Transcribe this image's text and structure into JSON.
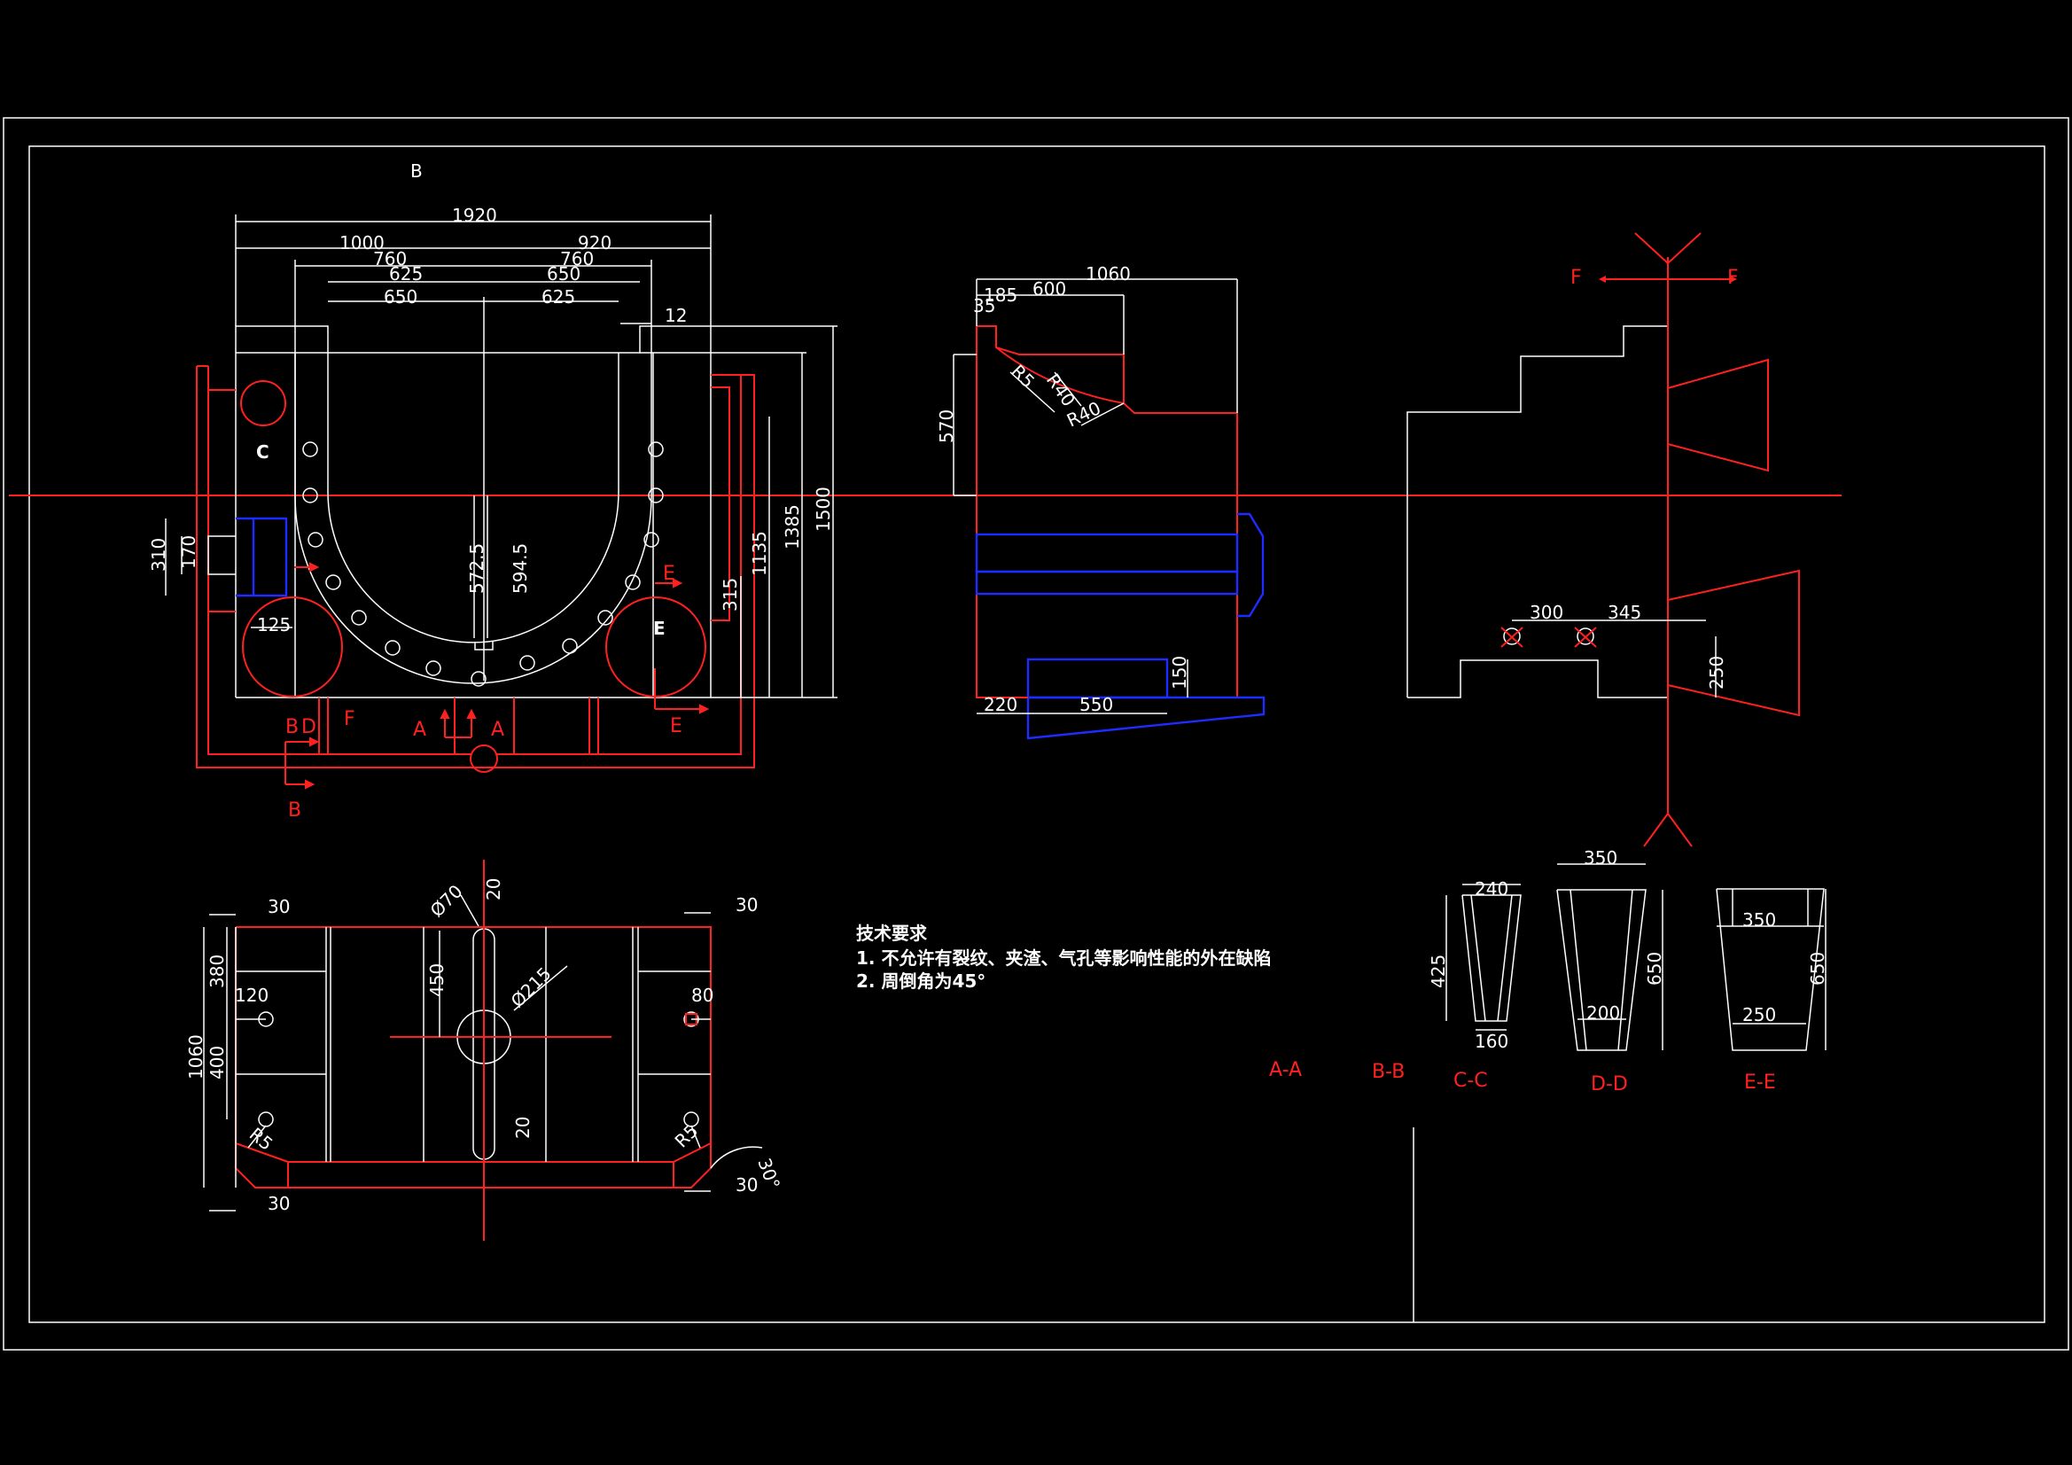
{
  "colors": {
    "background": "#000000",
    "frame": "#ffffff",
    "center_line": "#ff2020",
    "cut_marks": "#ff2020",
    "blue_parts": "#1e2cff"
  },
  "front_view": {
    "title": "B",
    "dims": {
      "d1920": "1920",
      "d1000": "1000",
      "d920": "920",
      "d760a": "760",
      "d760b": "760",
      "d625a": "625",
      "d650a": "650",
      "d650b": "650",
      "d625b": "625",
      "d12": "12",
      "d1500": "1500",
      "d1385": "1385",
      "d1135": "1135",
      "d315": "315",
      "d5725": "572.5",
      "d5945": "594.5",
      "d310": "310",
      "d170": "170",
      "d125": "125"
    },
    "labels": {
      "c": "C",
      "e": "E"
    },
    "cut_marks": {
      "e_top": "E",
      "e_bottom": "E",
      "b_top": "B",
      "d": "D",
      "b_bottom": "B",
      "a_left": "A",
      "a_right": "A",
      "f": "F"
    }
  },
  "side_view": {
    "dims": {
      "d1060": "1060",
      "d185": "185",
      "d600": "600",
      "d35": "35",
      "d570": "570",
      "r5": "R5",
      "r40a": "R40",
      "r40b": "R40",
      "d220": "220",
      "d550": "550",
      "d150": "150"
    }
  },
  "section_f": {
    "dims": {
      "d300": "300",
      "d345": "345",
      "d250": "250"
    },
    "cut_marks": {
      "left": "F",
      "right": "F"
    }
  },
  "plan_view": {
    "dims": {
      "d30a": "30",
      "d30b": "30",
      "d30c": "30",
      "d30d": "30",
      "d20a": "20",
      "d20b": "20",
      "phi70": "Ø70",
      "phi215": "Ø215",
      "d450": "450",
      "d380": "380",
      "d120": "120",
      "d1060": "1060",
      "d400": "400",
      "d80": "80",
      "r5a": "R5",
      "r5b": "R5",
      "deg30": "30°"
    }
  },
  "notes": {
    "title": "技术要求",
    "line1": "1. 不允许有裂纹、夹渣、气孔等影响性能的外在缺陷",
    "line2": "2. 周倒角为45°"
  },
  "sections": {
    "aa": "A-A",
    "bb": "B-B",
    "cc": {
      "label": "C-C",
      "top": "240",
      "height": "425",
      "bottom": "160"
    },
    "dd": {
      "label": "D-D",
      "top": "350",
      "height": "650",
      "bottom": "200"
    },
    "ee": {
      "label": "E-E",
      "top": "350",
      "height": "650",
      "bottom": "250"
    }
  }
}
